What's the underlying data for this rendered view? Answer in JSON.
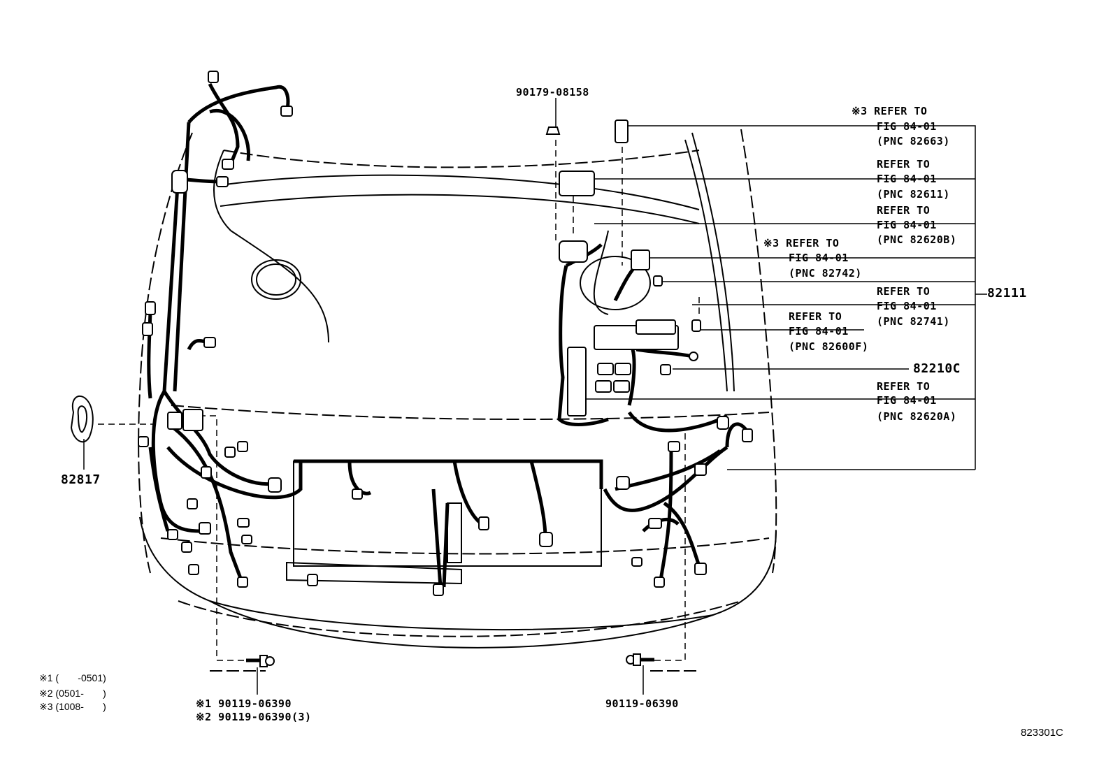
{
  "callouts": {
    "c1": {
      "mark": "※3",
      "l1": "REFER TO",
      "l2": "FIG 84-01",
      "l3": "(PNC 82663)"
    },
    "c2": {
      "l1": "REFER TO",
      "l2": "FIG 84-01",
      "l3": "(PNC 82611)"
    },
    "c3": {
      "l1": "REFER TO",
      "l2": "FIG 84-01",
      "l3": "(PNC 82620B)"
    },
    "c4": {
      "mark": "※3",
      "l1": "REFER TO",
      "l2": "FIG 84-01",
      "l3": "(PNC 82742)"
    },
    "c5": {
      "l1": "REFER TO",
      "l2": "FIG 84-01",
      "l3": "(PNC 82741)"
    },
    "c6": {
      "l1": "REFER TO",
      "l2": "FIG 84-01",
      "l3": "(PNC 82600F)"
    },
    "c7": {
      "l1": "REFER TO",
      "l2": "FIG 84-01",
      "l3": "(PNC 82620A)"
    }
  },
  "parts": {
    "p_82111": "82111",
    "p_82210C": "82210C",
    "p_82817": "82817",
    "p_nut": "90179-08158",
    "p_bolt_right": "90119-06390",
    "p_bolt_left_1": "※1 90119-06390",
    "p_bolt_left_2": "※2 90119-06390(3)"
  },
  "notes": {
    "n1": "※1 (       -0501)",
    "n2": "※2 (0501-       )",
    "n3": "※3 (1008-       )"
  },
  "figure_id": "823301C"
}
